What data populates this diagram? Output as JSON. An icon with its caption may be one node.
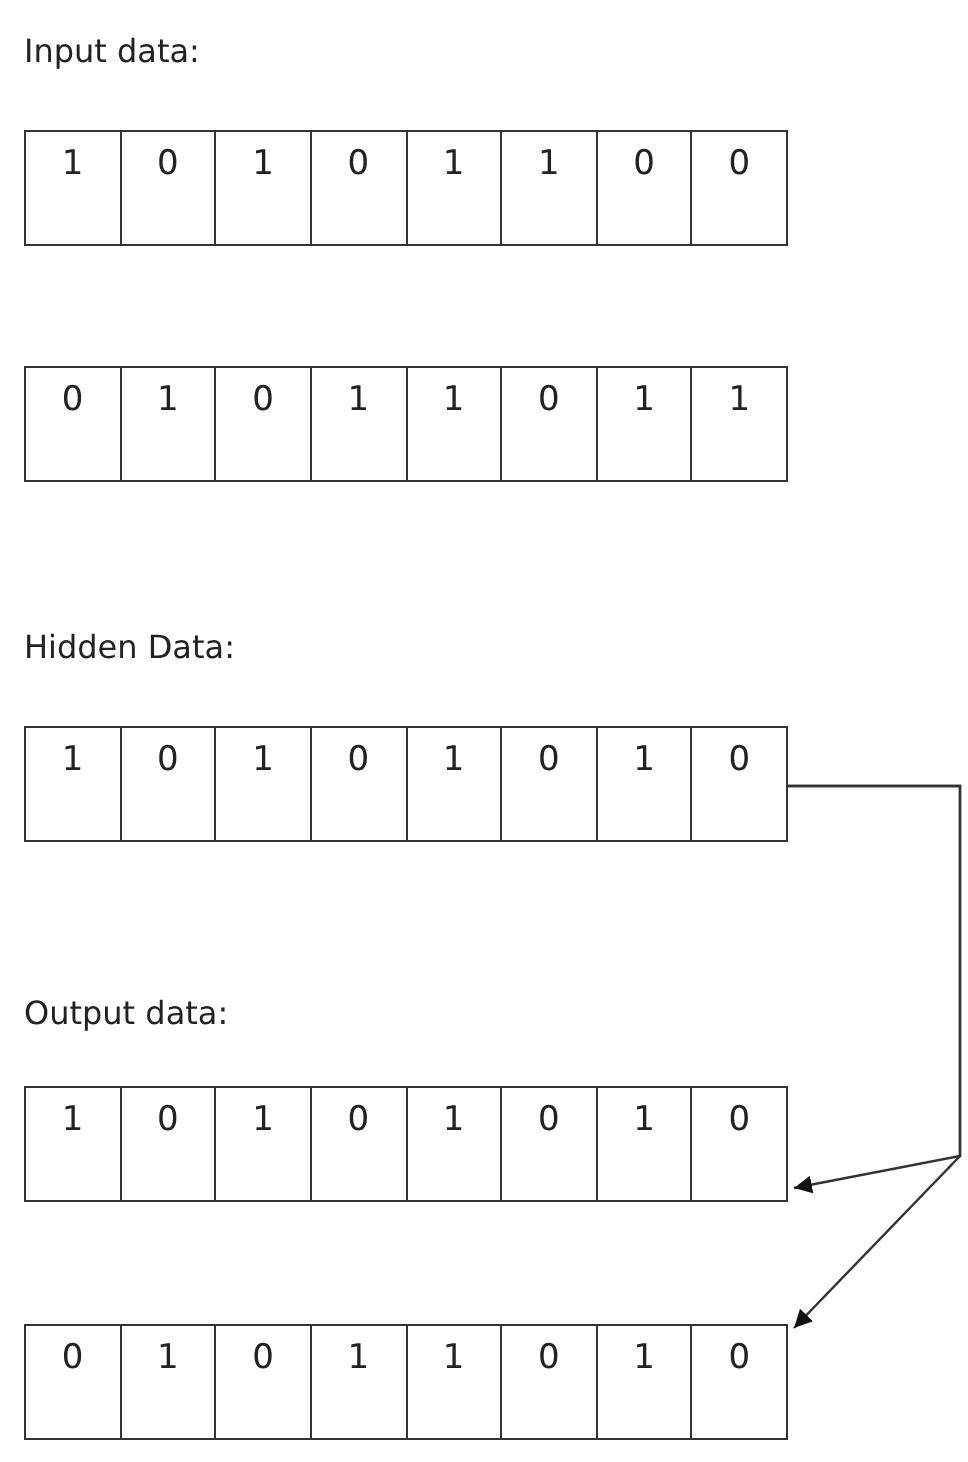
{
  "diagram": {
    "nodes": [
      {
        "text": [
          "1",
          "0",
          "1",
          "0",
          "1",
          "1",
          "0",
          "0"
        ]
      },
      {
        "text": [
          "0",
          "1",
          "0",
          "1",
          "1",
          "0",
          "1",
          "1"
        ]
      },
      {
        "text": [
          "1",
          "0",
          "1",
          "0",
          "1",
          "0",
          "1",
          "0"
        ]
      },
      {
        "text": [
          "1",
          "0",
          "1",
          "0",
          "1",
          "0",
          "1",
          "0"
        ]
      },
      {
        "text": [
          "0",
          "1",
          "0",
          "1",
          "1",
          "0",
          "1",
          "0"
        ]
      }
    ],
    "edges": [
      {
        "from": 2,
        "to": 3,
        "arrow": "to"
      },
      {
        "from": 2,
        "to": 4,
        "arrow": "to"
      }
    ],
    "labels": [
      "Input data:",
      "Hidden Data:",
      "Output data:"
    ]
  }
}
